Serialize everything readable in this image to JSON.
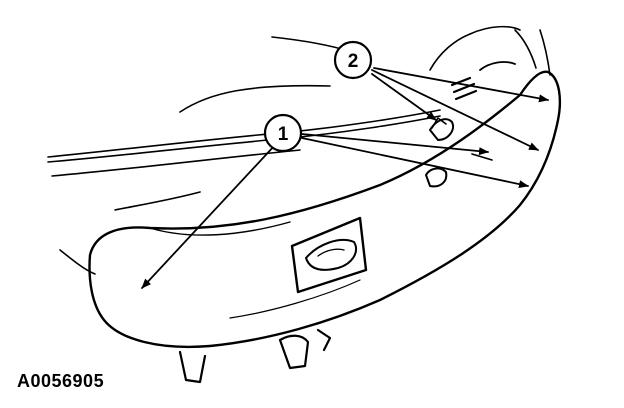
{
  "callouts": [
    {
      "label": "1"
    },
    {
      "label": "2"
    }
  ],
  "figure_id": "A0056905",
  "colors": {
    "ink": "#000000",
    "background": "#ffffff"
  }
}
